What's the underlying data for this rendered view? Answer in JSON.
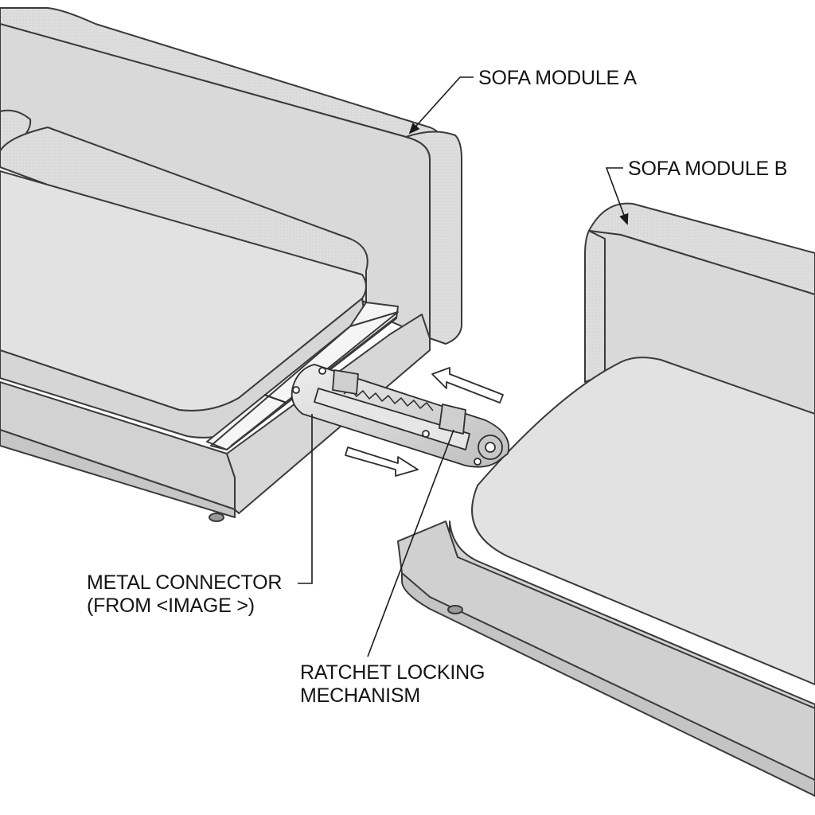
{
  "diagram": {
    "labels": {
      "module_a": "SOFA MODULE A",
      "module_b": "SOFA MODULE B",
      "metal_connector": [
        "METAL CONNECTOR",
        "(FROM <IMAGE >)"
      ],
      "ratchet": [
        "RATCHET LOCKING",
        "MECHANISM"
      ]
    },
    "icons": [
      "arrow-left-icon",
      "arrow-right-icon"
    ],
    "colors": {
      "fabric": "#dedede",
      "fabric_light": "#e9e9e9",
      "fabric_shade": "#cfcfcf",
      "outline": "#3a3a3a",
      "metal": "#d4d4d4",
      "metal_dark": "#8a8a8a",
      "text": "#141414"
    }
  }
}
